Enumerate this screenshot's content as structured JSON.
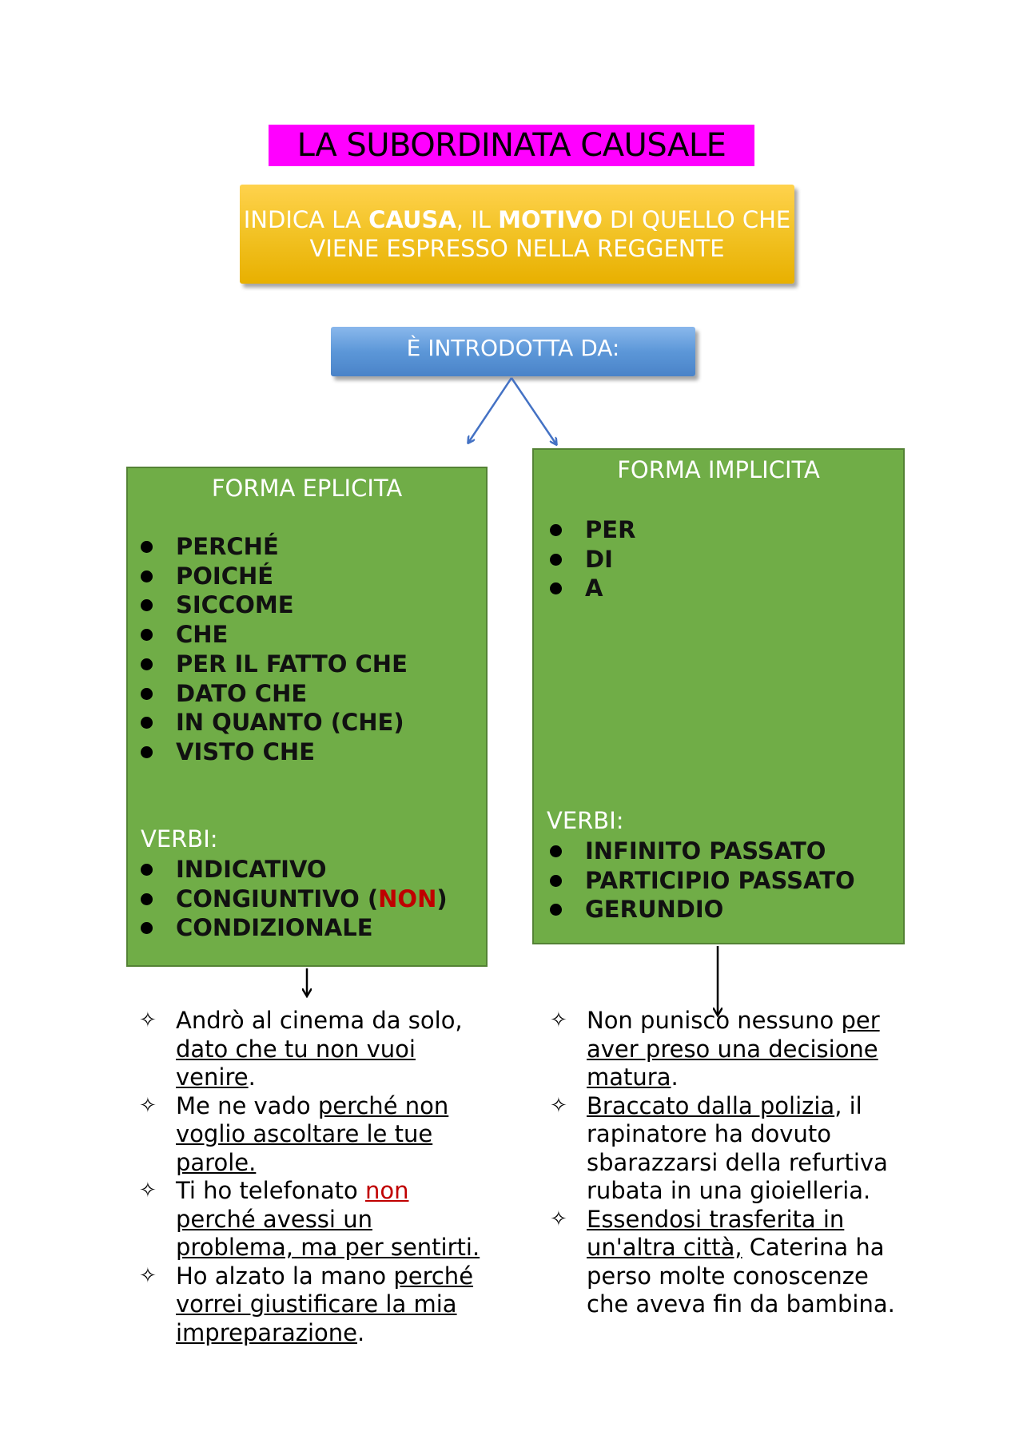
{
  "title": "LA SUBORDINATA CAUSALE",
  "definition": {
    "part1": "INDICA LA ",
    "bold1": "CAUSA",
    "part2": ", IL ",
    "bold2": "MOTIVO",
    "part3": " DI QUELLO CHE VIENE ESPRESSO NELLA REGGENTE"
  },
  "intro_label": "È INTRODOTTA DA:",
  "explicit": {
    "heading": "FORMA EPLICITA",
    "conjunctions": [
      "PERCHÉ",
      "POICHÉ",
      "SICCOME",
      "CHE",
      "PER IL FATTO CHE",
      "DATO CHE",
      "IN QUANTO (CHE)",
      "VISTO CHE"
    ],
    "verbs_label": "VERBI:",
    "verb_1": "INDICATIVO",
    "verb_2_main": "CONGIUNTIVO (",
    "verb_2_note": "NON",
    "verb_2_close": ")",
    "verb_3": "CONDIZIONALE"
  },
  "implicit": {
    "heading": "FORMA IMPLICITA",
    "prepositions": [
      "PER",
      "DI",
      "A"
    ],
    "verbs_label": "VERBI:",
    "verbs": [
      "INFINITO PASSATO",
      "PARTICIPIO PASSATO",
      "GERUNDIO"
    ]
  },
  "examples_left": [
    {
      "a": "Andrò al cinema da solo, ",
      "u": "dato che tu non vuoi venire",
      "b": "."
    },
    {
      "a": "Me ne vado ",
      "u": "perché non voglio ascoltare le tue parole.",
      "b": ""
    },
    {
      "a": "Ti ho telefonato ",
      "r": "non ",
      "u": "perché avessi un problema, ma per sentirti.",
      "b": ""
    },
    {
      "a": "Ho alzato la mano ",
      "u": "perché vorrei giustificare la mia impreparazione",
      "b": "."
    }
  ],
  "examples_right": [
    {
      "a": "Non punisco nessuno ",
      "u": "per aver preso una decisione matura",
      "b": "."
    },
    {
      "a": "",
      "u": "Braccato dalla polizia",
      "b": ", il rapinatore ha dovuto sbarazzarsi della refurtiva rubata in una gioielleria."
    },
    {
      "a": "",
      "u": "Essendosi trasferita in un'altra città,",
      "b": " Caterina ha perso molte conoscenze che aveva fin da bambina."
    }
  ],
  "colors": {
    "title_bg": "#ff00ff",
    "definition_bg": "#f3c428",
    "intro_bg": "#5c97d8",
    "box_green": "#70ad47",
    "note_red": "#c00000",
    "arrow_blue": "#4472c4"
  },
  "icons": {
    "bullet": "filled-circle",
    "example_marker": "four-point-star"
  }
}
